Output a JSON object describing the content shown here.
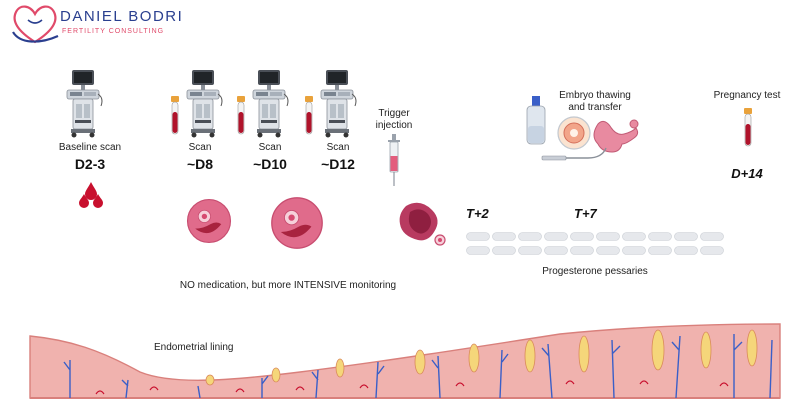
{
  "logo": {
    "name": "DANIEL BODRI",
    "subtitle": "FERTILITY CONSULTING"
  },
  "timeline": {
    "baseline": {
      "label": "Baseline scan",
      "day": "D2-3"
    },
    "scan_d8": {
      "label": "Scan",
      "day": "~D8"
    },
    "scan_d10": {
      "label": "Scan",
      "day": "~D10"
    },
    "scan_d12": {
      "label": "Scan",
      "day": "~D12"
    },
    "trigger": {
      "line1": "Trigger",
      "line2": "injection"
    },
    "transfer": {
      "line1": "Embryo thawing",
      "line2": "and transfer"
    },
    "pregnancy_test": {
      "label": "Pregnancy test",
      "day": "D+14"
    }
  },
  "markers": {
    "t_plus_2": "T+2",
    "t_plus_7": "T+7"
  },
  "notes": {
    "monitoring": "NO medication, but more INTENSIVE monitoring",
    "pessaries": "Progesterone pessaries",
    "endometrium": "Endometrial lining"
  },
  "colors": {
    "brand_blue": "#2a3f8f",
    "brand_pink": "#e04a6a",
    "blood_red": "#c8102e",
    "follicle_pink": "#e06b8b",
    "lining_pink": "#f0b2ae",
    "vessel_blue": "#3a5fc8",
    "gland_yellow": "#f5d67a"
  },
  "icons": [
    "heart-logo-icon",
    "ultrasound-machine-icon",
    "blood-tube-icon",
    "blood-drops-icon",
    "follicle-icon",
    "syringe-icon",
    "ruptured-follicle-icon",
    "embryo-vial-icon",
    "embryo-dish-icon",
    "transfer-catheter-icon",
    "uterus-icon",
    "pessary-pill-icon"
  ]
}
